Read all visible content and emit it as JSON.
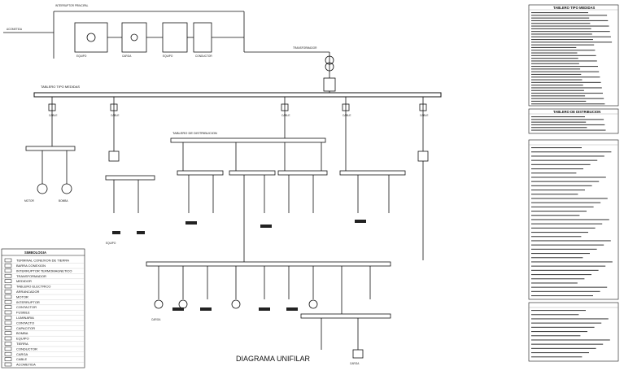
{
  "diagram": {
    "title": "DIAGRAMA UNIFILAR",
    "legend_title": "SIMBOLOGIA",
    "legend_items": [
      "TERMINAL CONEXION DE TIERRA",
      "BARRA CONEXION",
      "INTERRUPTOR TERMOMAGNETICO",
      "TRANSFORMADOR",
      "MEDIDOR",
      "TABLERO ELECTRICO",
      "ARRANCADOR",
      "MOTOR",
      "INTERRUPTOR",
      "CONTACTOR",
      "FUSIBLE",
      "LUMINARIA",
      "CONTACTO",
      "CAPACITOR",
      "BOMBA",
      "EQUIPO",
      "TIERRA",
      "CONDUCTOR",
      "CARGA",
      "CABLE",
      "ACOMETIDA"
    ],
    "main_board_label": "TABLERO TIPO MEDIDAS",
    "sub_board_label": "TABLERO DE DISTRIBUCION"
  }
}
